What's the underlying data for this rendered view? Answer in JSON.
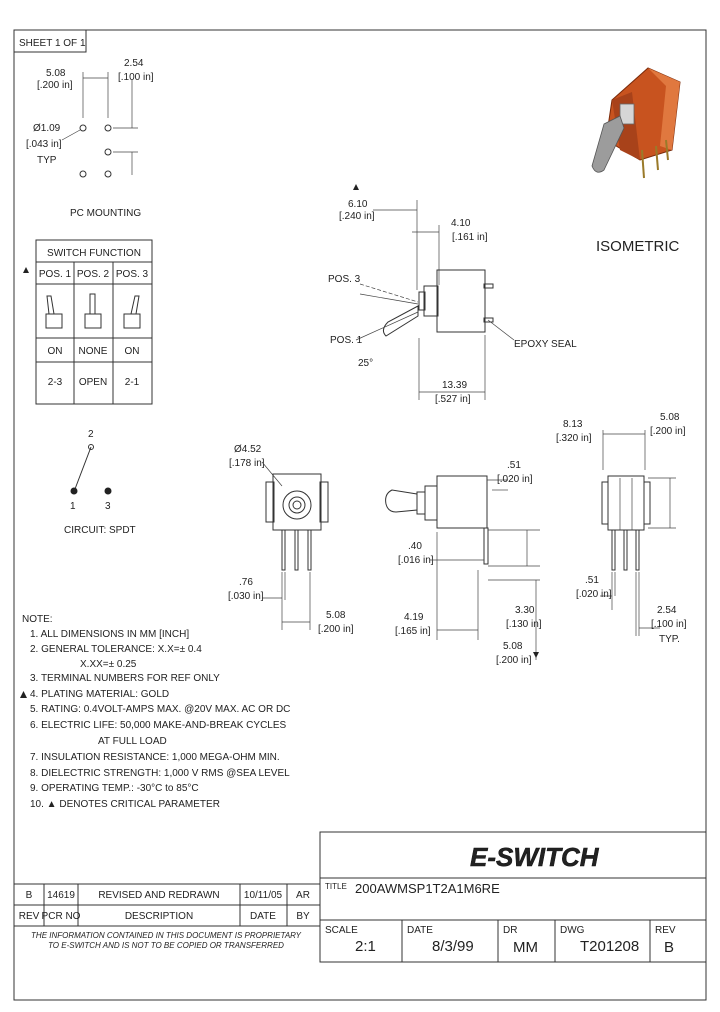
{
  "sheet": "SHEET 1 OF 1",
  "pc_mounting": {
    "label": "PC MOUNTING",
    "dim_pitch_mm": "5.08",
    "dim_pitch_in": "[.200 in]",
    "dim_spacing_mm": "2.54",
    "dim_spacing_in": "[.100 in]",
    "dim_hole_mm": "Ø1.09",
    "dim_hole_in": "[.043 in]",
    "dim_hole_typ": "TYP"
  },
  "switch_function": {
    "title": "SWITCH FUNCTION",
    "headers": [
      "POS. 1",
      "POS. 2",
      "POS. 3"
    ],
    "row_state": [
      "ON",
      "NONE",
      "ON"
    ],
    "row_conn": [
      "2-3",
      "OPEN",
      "2-1"
    ]
  },
  "circuit": {
    "label": "CIRCUIT: SPDT",
    "term_top": "2",
    "term_left": "1",
    "term_right": "3"
  },
  "side_view": {
    "dim_a_mm": "6.10",
    "dim_a_in": "[.240 in]",
    "dim_b_mm": "4.10",
    "dim_b_in": "[.161 in]",
    "pos3": "POS. 3",
    "pos1": "POS. 1",
    "angle": "25°",
    "epoxy": "EPOXY SEAL",
    "dim_c_mm": "13.39",
    "dim_c_in": "[.527 in]"
  },
  "isometric": {
    "label": "ISOMETRIC"
  },
  "front_view": {
    "dim_dia_mm": "Ø4.52",
    "dim_dia_in": "[.178 in]",
    "dim_pin_mm": ".76",
    "dim_pin_in": "[.030 in]",
    "dim_w_mm": "5.08",
    "dim_w_in": "[.200 in]"
  },
  "bottom_side": {
    "dim_a_mm": ".51",
    "dim_a_in": "[.020 in]",
    "dim_b_mm": ".40",
    "dim_b_in": "[.016 in]",
    "dim_c_mm": "4.19",
    "dim_c_in": "[.165 in]",
    "dim_d_mm": "3.30",
    "dim_d_in": "[.130 in]",
    "dim_e_mm": "5.08",
    "dim_e_in": "[.200 in]"
  },
  "end_view": {
    "dim_a_mm": "8.13",
    "dim_a_in": "[.320 in]",
    "dim_b_mm": "5.08",
    "dim_b_in": "[.200 in]",
    "dim_c_mm": ".51",
    "dim_c_in": "[.020 in]",
    "dim_d_mm": "2.54",
    "dim_d_in": "[.100 in]",
    "dim_d_typ": "TYP."
  },
  "notes": {
    "title": "NOTE:",
    "items": [
      "1. ALL DIMENSIONS IN MM [INCH]",
      "2. GENERAL TOLERANCE: X.X=± 0.4",
      "X.XX=± 0.25",
      "3. TERMINAL NUMBERS FOR REF ONLY",
      "4. PLATING MATERIAL: GOLD",
      "5. RATING: 0.4VOLT-AMPS MAX. @20V MAX. AC OR DC",
      "6. ELECTRIC LIFE: 50,000 MAKE-AND-BREAK CYCLES",
      "AT FULL LOAD",
      "7. INSULATION RESISTANCE: 1,000 MEGA-OHM MIN.",
      "8. DIELECTRIC STRENGTH: 1,000 V RMS @SEA LEVEL",
      "9. OPERATING TEMP.: -30°C to 85°C",
      "10. ▲ DENOTES CRITICAL PARAMETER"
    ]
  },
  "title_block": {
    "logo": "E-SWITCH",
    "title_label": "TITLE",
    "title_value": "200AWMSP1T2A1M6RE",
    "rev_row": [
      "B",
      "14619",
      "REVISED AND REDRAWN",
      "10/11/05",
      "AR"
    ],
    "rev_headers": [
      "REV",
      "PCR NO",
      "DESCRIPTION",
      "DATE",
      "BY"
    ],
    "proprietary_1": "THE INFORMATION CONTAINED IN THIS DOCUMENT IS PROPRIETARY",
    "proprietary_2": "TO E-SWITCH AND IS NOT TO BE COPIED OR TRANSFERRED",
    "scale_label": "SCALE",
    "scale_value": "2:1",
    "date_label": "DATE",
    "date_value": "8/3/99",
    "dr_label": "DR",
    "dr_value": "MM",
    "dwg_label": "DWG",
    "dwg_value": "T201208",
    "rev_label": "REV",
    "rev_value": "B"
  }
}
